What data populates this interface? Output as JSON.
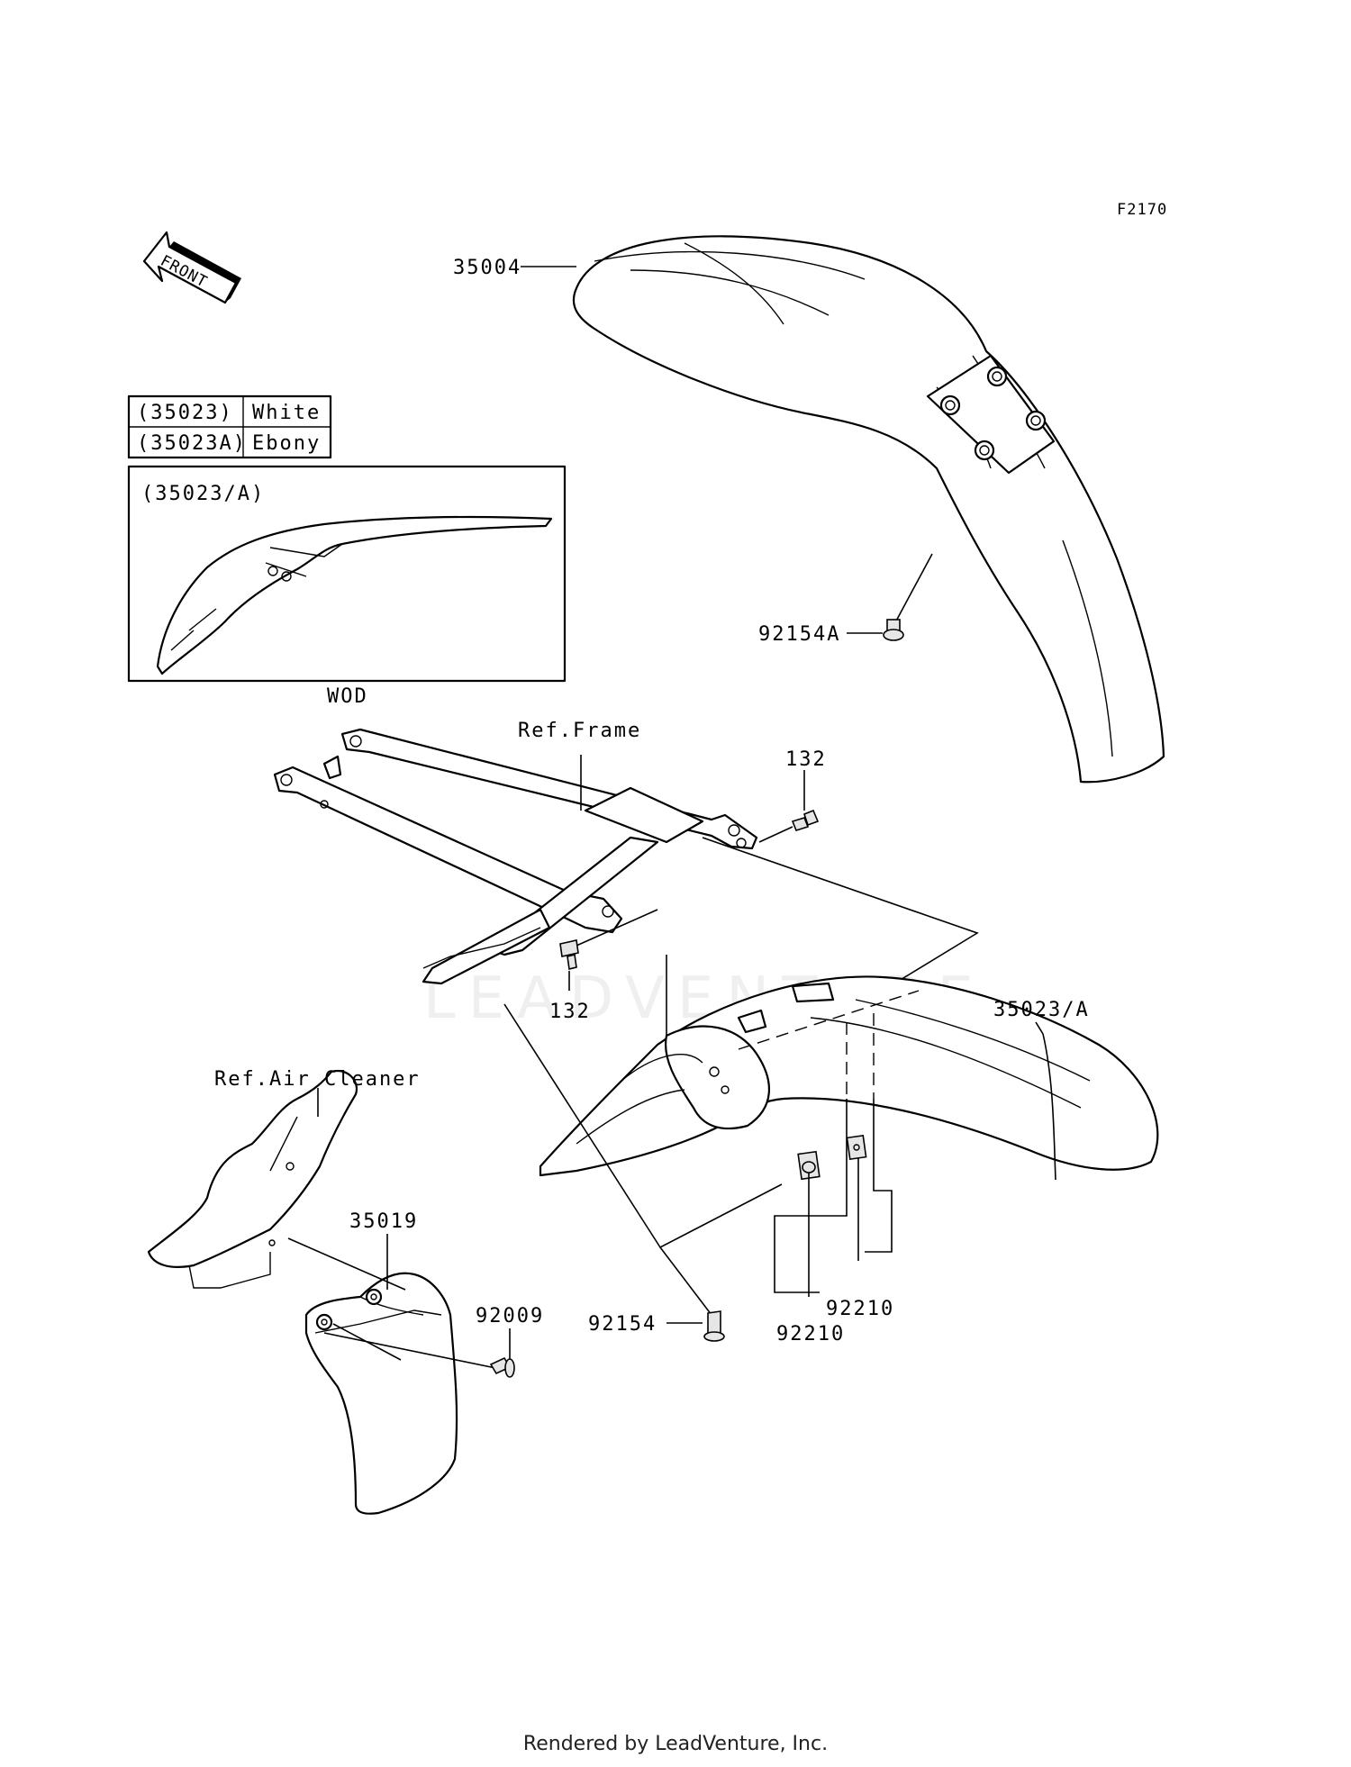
{
  "diagram_code": "F2170",
  "front_indicator": "FRONT",
  "color_table": {
    "rows": [
      {
        "part": "(35023)",
        "color": "White"
      },
      {
        "part": "(35023A)",
        "color": "Ebony"
      }
    ]
  },
  "inset": {
    "title": "(35023/A)",
    "caption": "WOD"
  },
  "callouts": {
    "front_fender": "35004",
    "front_fender_bolt": "92154A",
    "ref_frame": "Ref.Frame",
    "bolt_upper": "132",
    "bolt_lower": "132",
    "rear_fender": "35023/A",
    "ref_air_cleaner": "Ref.Air Cleaner",
    "mud_flap": "35019",
    "mud_flap_screw": "92009",
    "rear_fender_bolt": "92154",
    "nut_left": "92210",
    "nut_right": "92210"
  },
  "watermark": "LEADVENTURE",
  "footer": "Rendered by LeadVenture, Inc."
}
